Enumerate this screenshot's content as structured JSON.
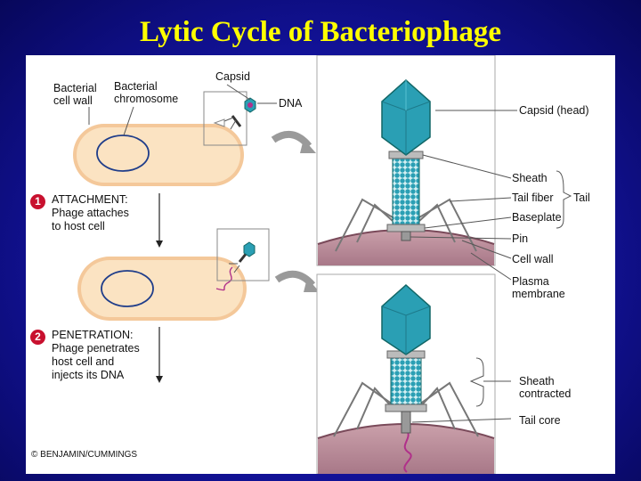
{
  "title": "Lytic Cycle of Bacteriophage",
  "labels": {
    "bacterial_cell_wall": "Bacterial\ncell wall",
    "bacterial_chromosome": "Bacterial\nchromosome",
    "capsid": "Capsid",
    "dna": "DNA",
    "capsid_head": "Capsid (head)",
    "sheath": "Sheath",
    "tail_fiber": "Tail fiber",
    "tail": "Tail",
    "baseplate": "Baseplate",
    "pin": "Pin",
    "cell_wall": "Cell wall",
    "plasma_membrane": "Plasma\nmembrane",
    "sheath_contracted": "Sheath\ncontracted",
    "tail_core": "Tail core"
  },
  "steps": [
    {
      "number": "1",
      "heading": "ATTACHMENT:",
      "text": "Phage attaches\nto host cell"
    },
    {
      "number": "2",
      "heading": "PENETRATION:",
      "text": "Phage penetrates\nhost cell and\ninjects its DNA"
    }
  ],
  "copyright": "© BENJAMIN/CUMMINGS",
  "colors": {
    "title": "#ffff00",
    "capsid": "#2a9fb4",
    "cell_fill": "#fbe3c2",
    "cell_wall": "#e8a070",
    "step_badge": "#c8102e"
  }
}
